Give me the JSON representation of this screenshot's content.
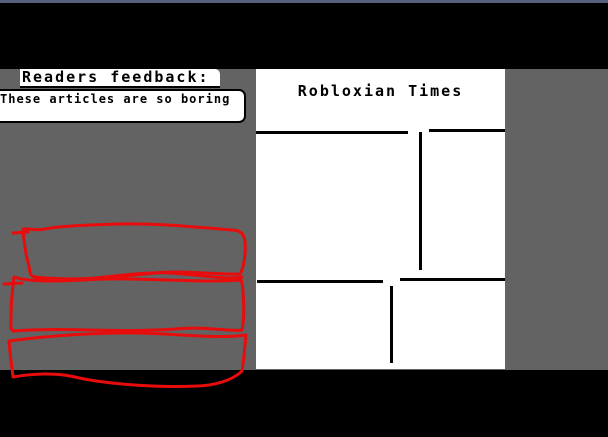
{
  "screen": {
    "feedback": {
      "title": "Readers feedback:",
      "comment": "These articles are so boring"
    },
    "newspaper": {
      "title": "Robloxian Times"
    }
  },
  "colors": {
    "top_accent": "#57617b",
    "background_gray": "#636363",
    "panel_white": "#ffffff",
    "line_black": "#000000",
    "scribble_red": "#e80c0c"
  }
}
